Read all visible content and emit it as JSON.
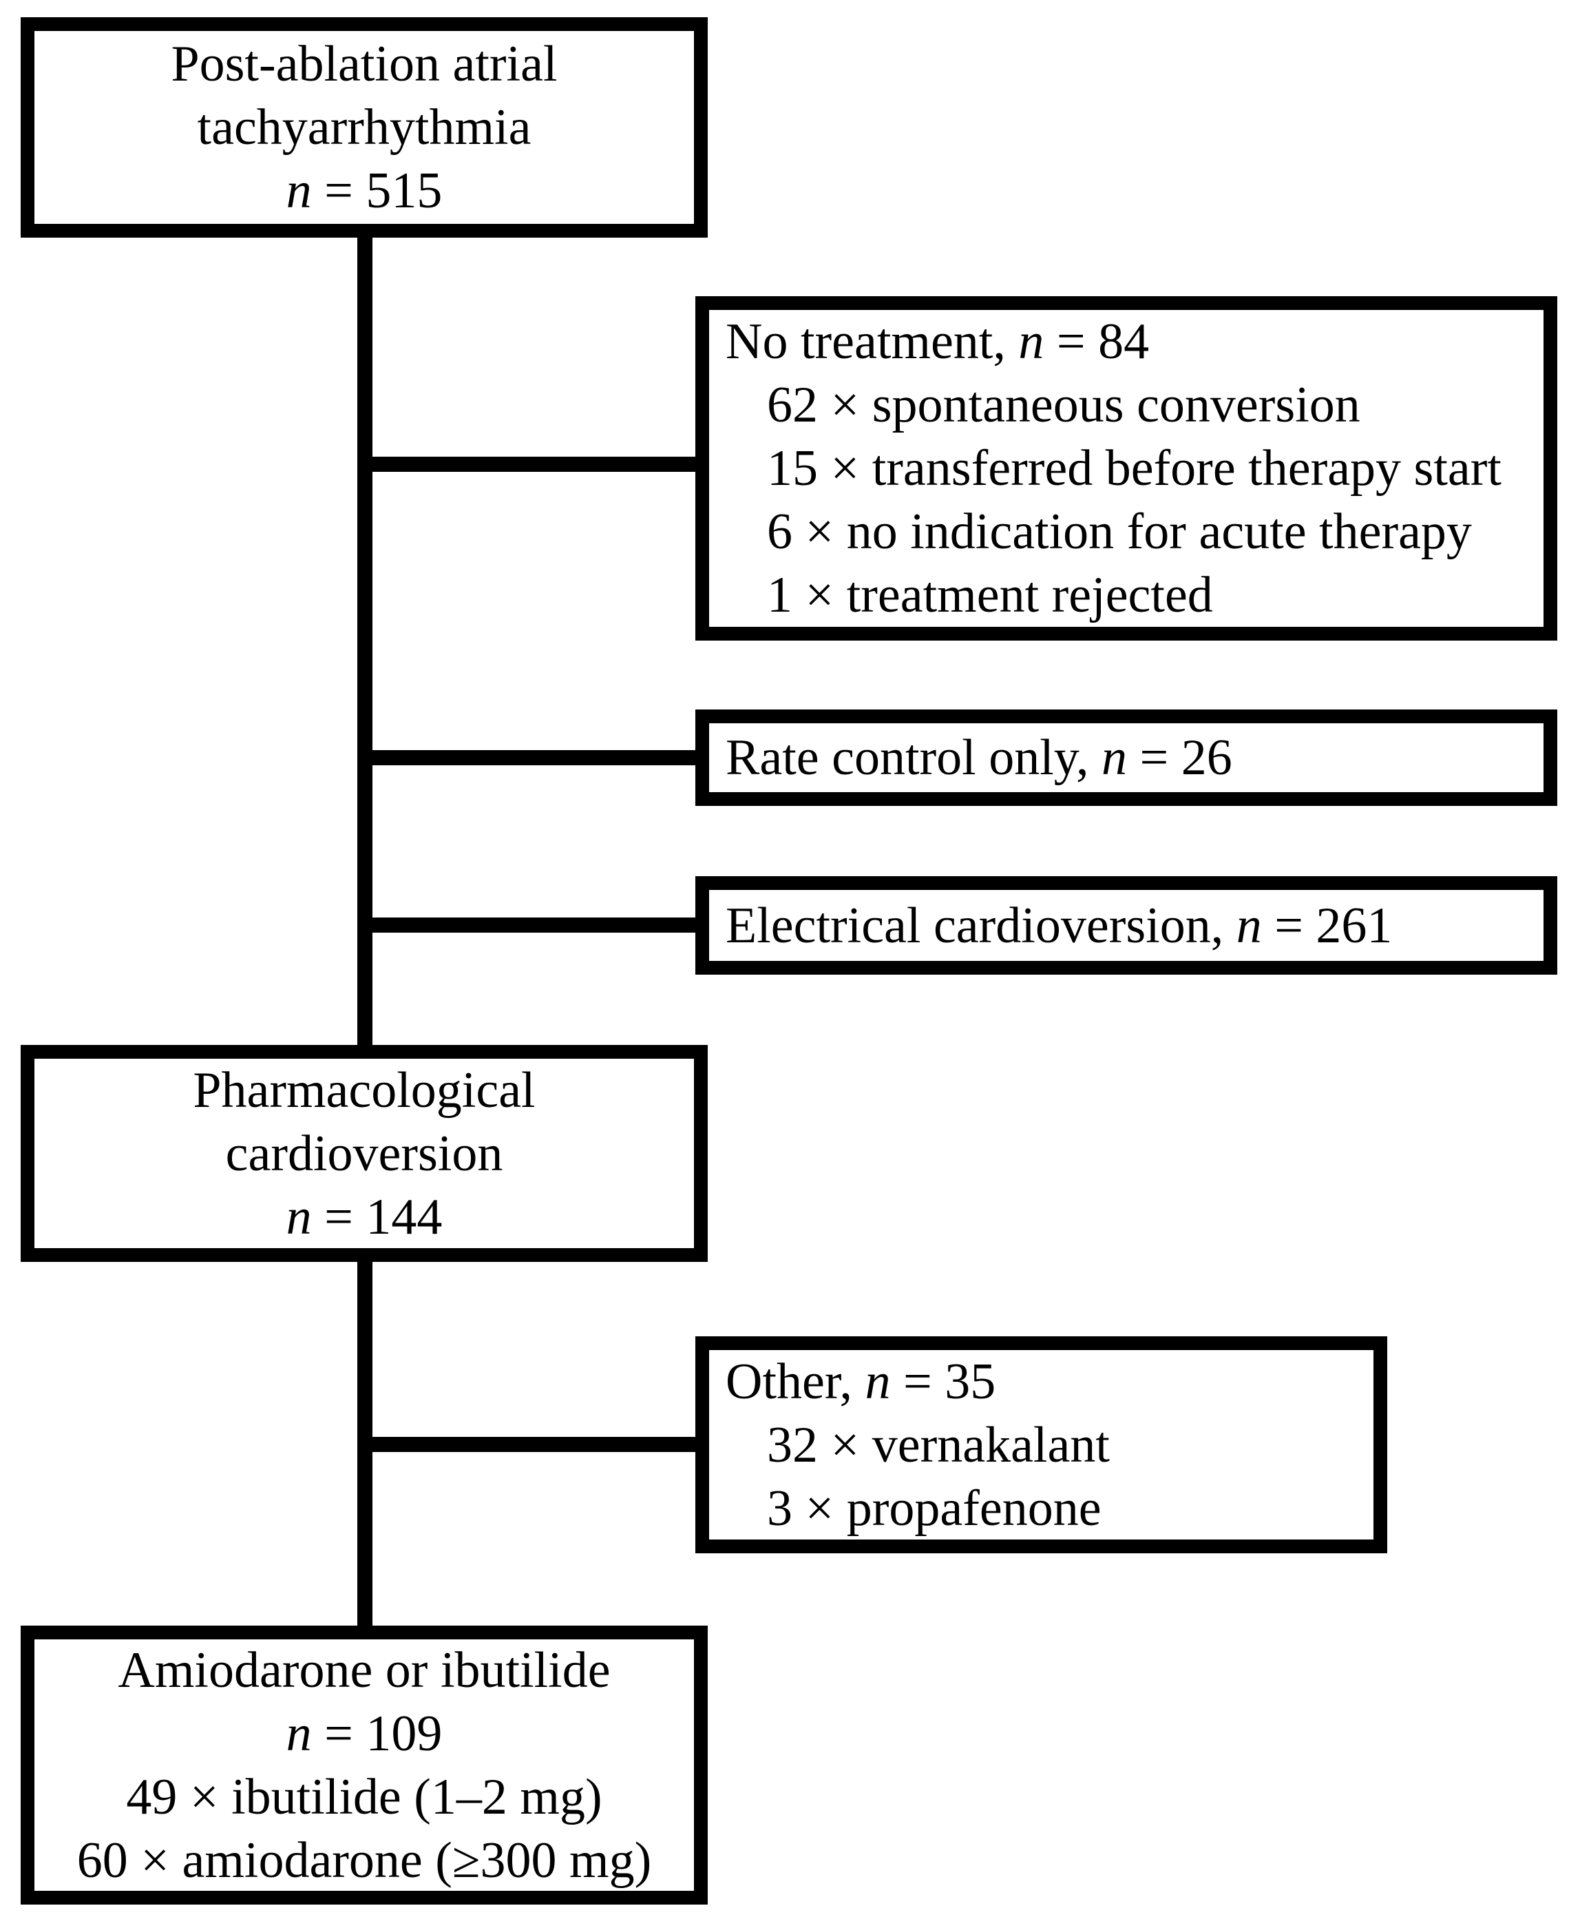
{
  "diagram": {
    "type": "flowchart",
    "background": "#ffffff",
    "stroke_color": "#000000",
    "text_color": "#000000",
    "boxes": [
      {
        "id": "post-ablation",
        "align": "center",
        "lines": [
          {
            "indent": false,
            "segs": [
              {
                "t": "Post-ablation atrial",
                "i": false
              }
            ]
          },
          {
            "indent": false,
            "segs": [
              {
                "t": "tachyarrhythmia",
                "i": false
              }
            ]
          },
          {
            "indent": false,
            "segs": [
              {
                "t": "n",
                "i": true
              },
              {
                "t": " = 515",
                "i": false
              }
            ]
          }
        ]
      },
      {
        "id": "no-treatment",
        "align": "left",
        "lines": [
          {
            "indent": false,
            "segs": [
              {
                "t": "No treatment, ",
                "i": false
              },
              {
                "t": "n",
                "i": true
              },
              {
                "t": " = 84",
                "i": false
              }
            ]
          },
          {
            "indent": true,
            "segs": [
              {
                "t": "62 × spontaneous conversion",
                "i": false
              }
            ]
          },
          {
            "indent": true,
            "segs": [
              {
                "t": "15 × transferred before therapy start",
                "i": false
              }
            ]
          },
          {
            "indent": true,
            "segs": [
              {
                "t": "6 × no indication for acute therapy",
                "i": false
              }
            ]
          },
          {
            "indent": true,
            "segs": [
              {
                "t": "1 × treatment rejected",
                "i": false
              }
            ]
          }
        ]
      },
      {
        "id": "rate-control",
        "align": "left",
        "lines": [
          {
            "indent": false,
            "segs": [
              {
                "t": "Rate control only, ",
                "i": false
              },
              {
                "t": "n",
                "i": true
              },
              {
                "t": " = 26",
                "i": false
              }
            ]
          }
        ]
      },
      {
        "id": "electrical",
        "align": "left",
        "lines": [
          {
            "indent": false,
            "segs": [
              {
                "t": "Electrical cardioversion, ",
                "i": false
              },
              {
                "t": "n",
                "i": true
              },
              {
                "t": " = 261",
                "i": false
              }
            ]
          }
        ]
      },
      {
        "id": "pharmacological",
        "align": "center",
        "lines": [
          {
            "indent": false,
            "segs": [
              {
                "t": "Pharmacological",
                "i": false
              }
            ]
          },
          {
            "indent": false,
            "segs": [
              {
                "t": "cardioversion",
                "i": false
              }
            ]
          },
          {
            "indent": false,
            "segs": [
              {
                "t": "n",
                "i": true
              },
              {
                "t": " = 144",
                "i": false
              }
            ]
          }
        ]
      },
      {
        "id": "other",
        "align": "left",
        "lines": [
          {
            "indent": false,
            "segs": [
              {
                "t": "Other, ",
                "i": false
              },
              {
                "t": "n",
                "i": true
              },
              {
                "t": " = 35",
                "i": false
              }
            ]
          },
          {
            "indent": true,
            "segs": [
              {
                "t": "32 × vernakalant",
                "i": false
              }
            ]
          },
          {
            "indent": true,
            "segs": [
              {
                "t": "3 × propafenone",
                "i": false
              }
            ]
          }
        ]
      },
      {
        "id": "amiodarone",
        "align": "center",
        "lines": [
          {
            "indent": false,
            "segs": [
              {
                "t": "Amiodarone or ibutilide",
                "i": false
              }
            ]
          },
          {
            "indent": false,
            "segs": [
              {
                "t": "n",
                "i": true
              },
              {
                "t": " = 109",
                "i": false
              }
            ]
          },
          {
            "indent": false,
            "segs": [
              {
                "t": "49 × ibutilide (1–2 mg)",
                "i": false
              }
            ]
          },
          {
            "indent": false,
            "segs": [
              {
                "t": "60 × amiodarone (≥300 mg)",
                "i": false
              }
            ]
          }
        ]
      }
    ]
  }
}
